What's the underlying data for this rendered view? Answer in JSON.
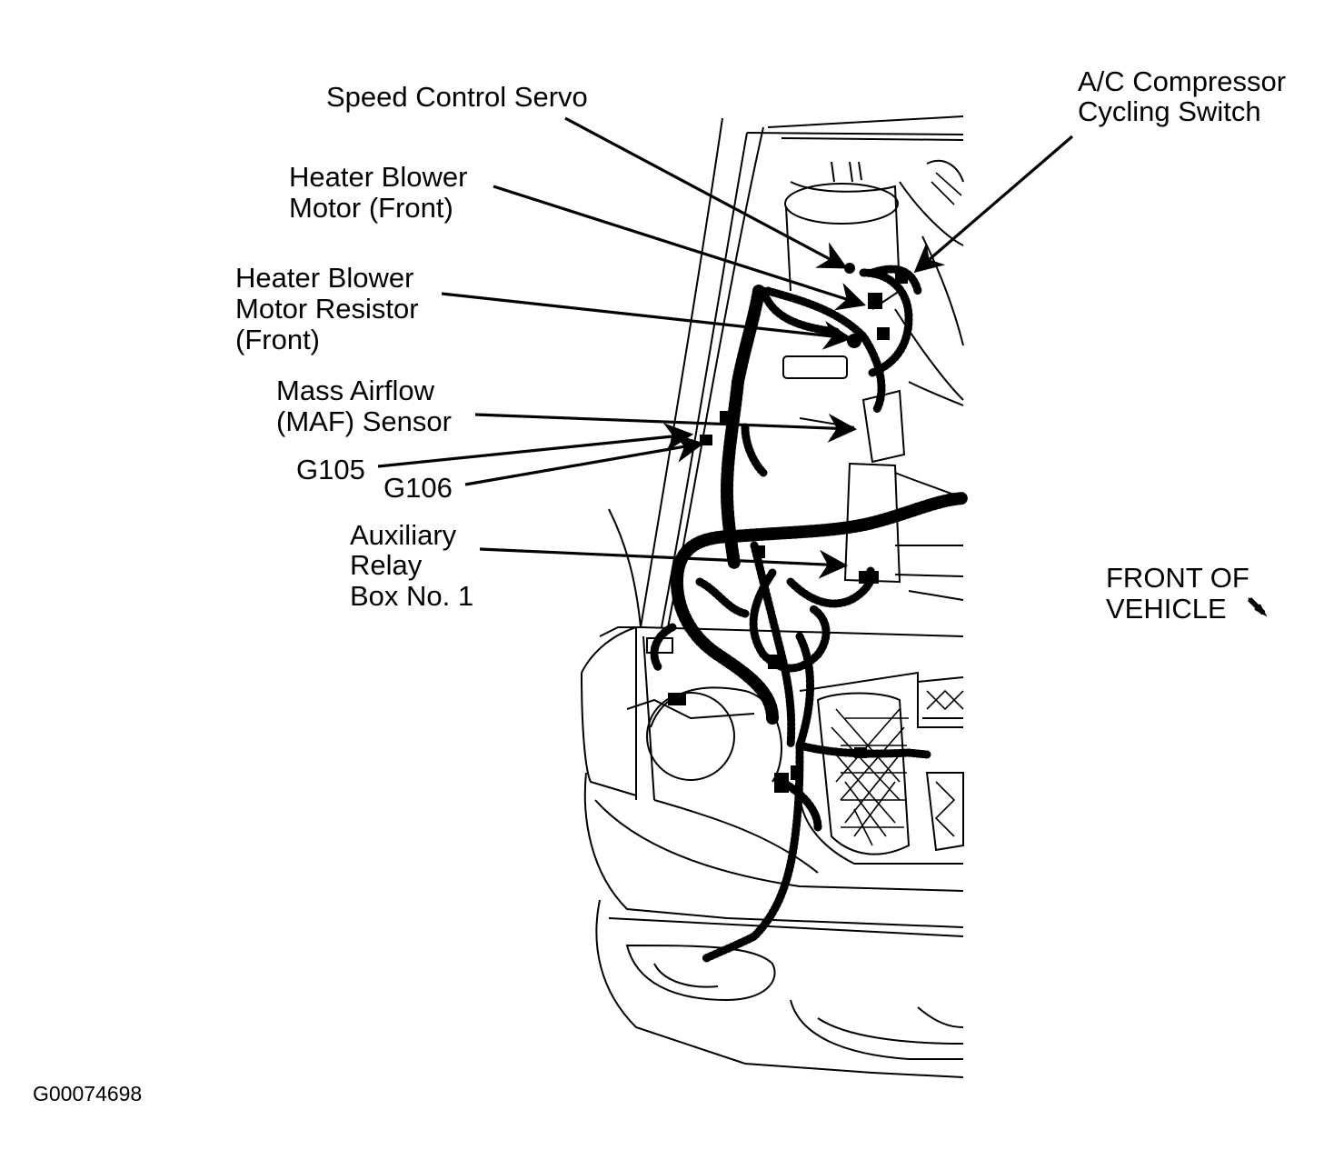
{
  "labels": {
    "speed_control_servo": "Speed Control Servo",
    "ac_switch_line1": "A/C Compressor",
    "ac_switch_line2": "Cycling Switch",
    "blower_motor_line1": "Heater Blower",
    "blower_motor_line2": "Motor (Front)",
    "blower_resistor_line1": "Heater Blower",
    "blower_resistor_line2": "Motor Resistor",
    "blower_resistor_line3": "(Front)",
    "maf_line1": "Mass Airflow",
    "maf_line2": "(MAF) Sensor",
    "g105": "G105",
    "g106": "G106",
    "aux_relay_line1": "Auxiliary",
    "aux_relay_line2": "Relay",
    "aux_relay_line3": "Box No. 1",
    "front_line1": "FRONT OF",
    "front_line2": "VEHICLE"
  },
  "figure_id": "G00074698",
  "icons": {
    "front_direction": "arrow-down-right-icon"
  },
  "colors": {
    "ink": "#000000",
    "background": "#ffffff"
  }
}
